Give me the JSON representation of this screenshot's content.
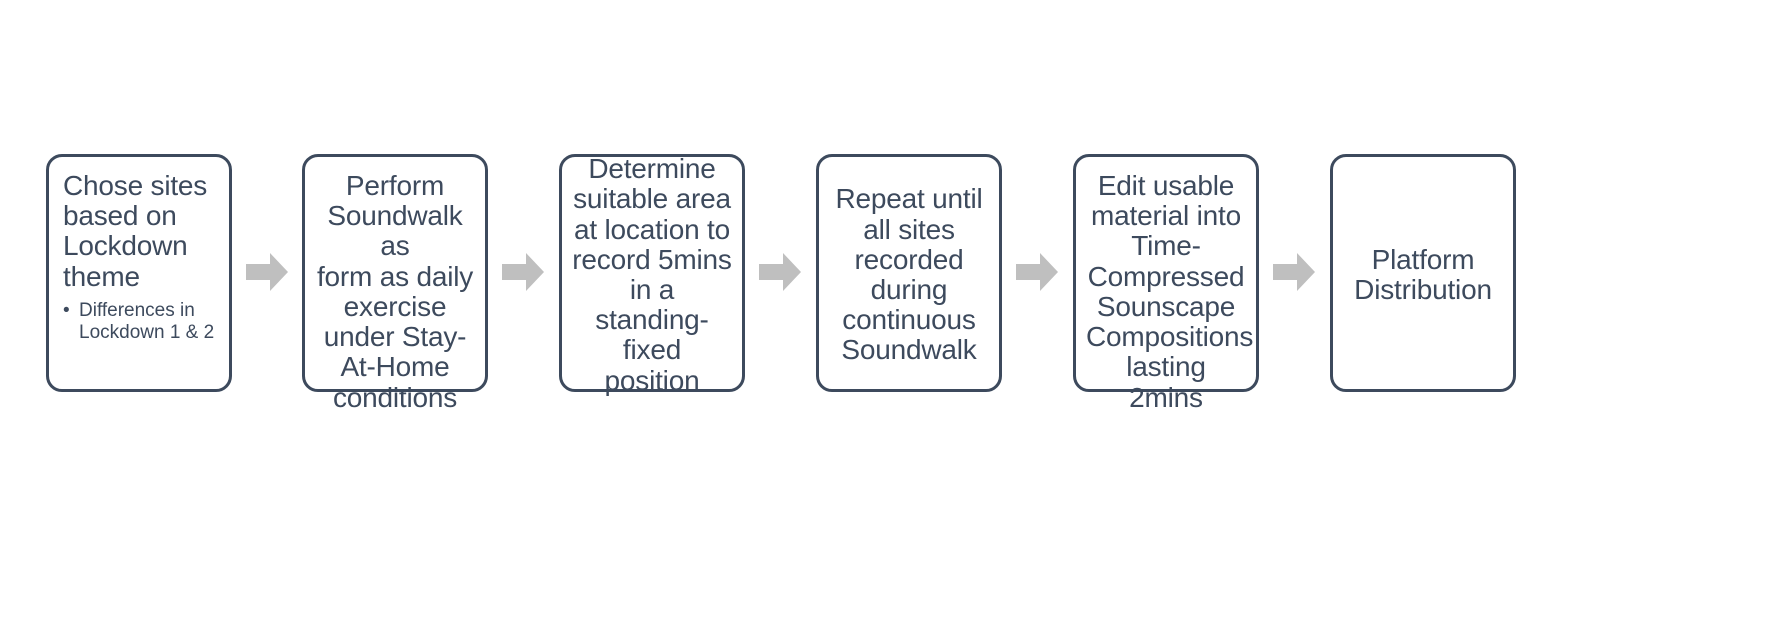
{
  "diagram": {
    "title": "Soundwalk recording and distribution process flow",
    "type": "linear-process-flowchart",
    "background_color": "#ffffff",
    "node_border_color": "#3d4a5d",
    "node_fill_color": "#ffffff",
    "node_text_color": "#3d4a5d",
    "arrow_color": "#bfbfbf",
    "arrow_icon_name": "right-block-arrow-icon",
    "nodes": [
      {
        "id": "node-1",
        "step": 1,
        "title": "Chose sites\nbased on\nLockdown\ntheme",
        "align": "left",
        "valign": "top",
        "bullets": [
          "Differences in Lockdown 1 & 2"
        ]
      },
      {
        "id": "node-2",
        "step": 2,
        "title": "Perform\nSoundwalk as\nform as daily\nexercise\nunder Stay-\nAt-Home\nconditions",
        "align": "center",
        "valign": "top",
        "bullets": []
      },
      {
        "id": "node-3",
        "step": 3,
        "title": "Determine\nsuitable area\nat location to\nrecord 5mins\nin a standing-\nfixed position",
        "align": "center",
        "valign": "center",
        "bullets": []
      },
      {
        "id": "node-4",
        "step": 4,
        "title": "Repeat until\nall sites\nrecorded\nduring\ncontinuous\nSoundwalk",
        "align": "center",
        "valign": "center",
        "bullets": []
      },
      {
        "id": "node-5",
        "step": 5,
        "title": "Edit usable\nmaterial into\nTime-\nCompressed\nSounscape\nCompositions\nlasting 2mins",
        "align": "center",
        "valign": "top",
        "bullets": []
      },
      {
        "id": "node-6",
        "step": 6,
        "title": "Platform\nDistribution",
        "align": "center",
        "valign": "center",
        "bullets": []
      }
    ],
    "connectors": [
      {
        "id": "arrow-1",
        "from": "node-1",
        "to": "node-2"
      },
      {
        "id": "arrow-2",
        "from": "node-2",
        "to": "node-3"
      },
      {
        "id": "arrow-3",
        "from": "node-3",
        "to": "node-4"
      },
      {
        "id": "arrow-4",
        "from": "node-4",
        "to": "node-5"
      },
      {
        "id": "arrow-5",
        "from": "node-5",
        "to": "node-6"
      }
    ]
  }
}
